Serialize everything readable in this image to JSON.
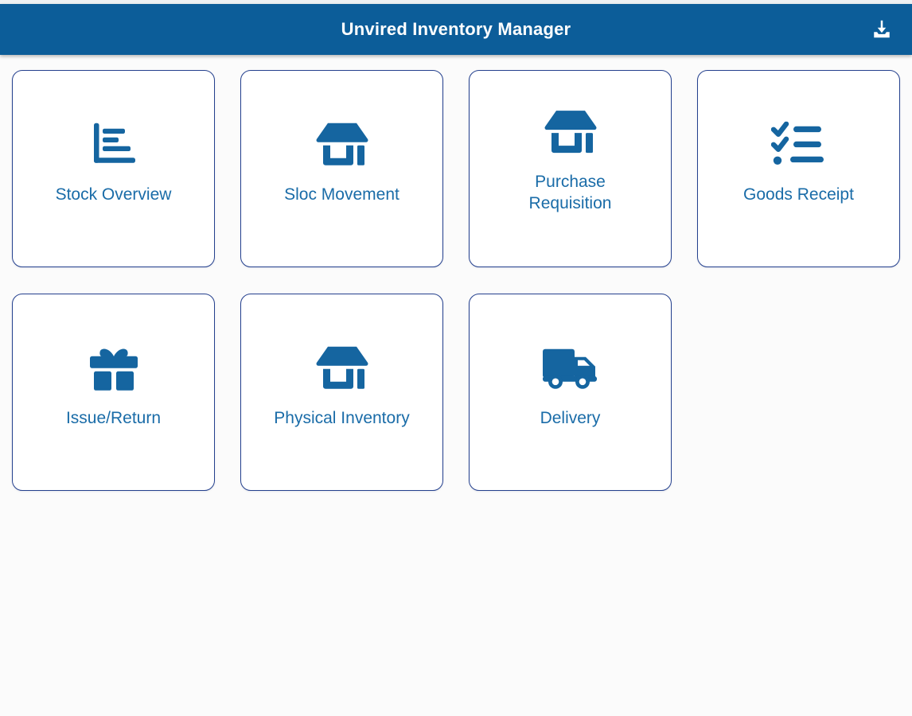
{
  "app": {
    "title": "Unvired Inventory Manager",
    "header_bg": "#0c5d99",
    "header_text_color": "#ffffff",
    "page_bg": "#fbfbfb",
    "tile_border_color": "#24408e",
    "tile_bg": "#ffffff",
    "label_color": "#1a6ca8",
    "icon_color": "#1565a0",
    "download_icon": "download-icon"
  },
  "tiles": [
    {
      "label": "Stock Overview",
      "icon": "bar-chart-icon"
    },
    {
      "label": "Sloc Movement",
      "icon": "warehouse-icon"
    },
    {
      "label": "Purchase\nRequisition",
      "icon": "warehouse-icon"
    },
    {
      "label": "Goods Receipt",
      "icon": "checklist-icon"
    },
    {
      "label": "Issue/Return",
      "icon": "gift-icon"
    },
    {
      "label": "Physical Inventory",
      "icon": "warehouse-icon"
    },
    {
      "label": "Delivery",
      "icon": "truck-icon"
    }
  ]
}
